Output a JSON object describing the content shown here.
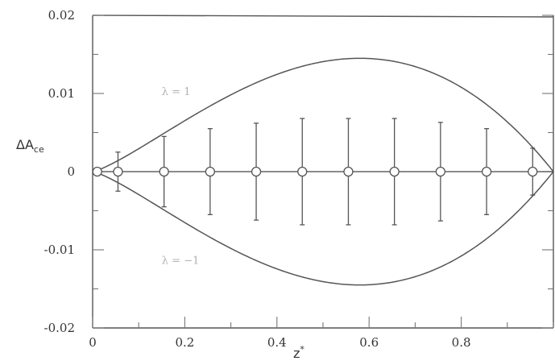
{
  "chart_data": {
    "type": "scatter",
    "xlabel": "z",
    "xlabel_superscript": "*",
    "ylabel": "ΔA",
    "ylabel_subscript": "ce",
    "xlim": [
      0,
      1
    ],
    "ylim": [
      -0.02,
      0.02
    ],
    "x_ticks": [
      {
        "value": 0,
        "label": "0"
      },
      {
        "value": 0.2,
        "label": "0.2"
      },
      {
        "value": 0.4,
        "label": "0.4"
      },
      {
        "value": 0.6,
        "label": "0.6"
      },
      {
        "value": 0.8,
        "label": "0.8"
      }
    ],
    "y_ticks": [
      {
        "value": 0.02,
        "label": "0.02"
      },
      {
        "value": 0.01,
        "label": "0.01"
      },
      {
        "value": 0,
        "label": "0"
      },
      {
        "value": -0.01,
        "label": "-0.01"
      },
      {
        "value": -0.02,
        "label": "-0.02"
      }
    ],
    "x_minor_step": 0.1,
    "y_minor_step": 0.005,
    "grid": false,
    "curves": [
      {
        "label": "λ = 1",
        "sign": 1,
        "peak": 0.0145,
        "peak_x": 0.58
      },
      {
        "label": "λ = −1",
        "sign": -1,
        "peak": 0.0145,
        "peak_x": 0.58
      }
    ],
    "points": [
      {
        "x": 0.01,
        "y": 0,
        "err": 0.0002
      },
      {
        "x": 0.055,
        "y": 0,
        "err": 0.0025
      },
      {
        "x": 0.155,
        "y": 0,
        "err": 0.0045
      },
      {
        "x": 0.255,
        "y": 0,
        "err": 0.0055
      },
      {
        "x": 0.355,
        "y": 0,
        "err": 0.0062
      },
      {
        "x": 0.455,
        "y": 0,
        "err": 0.0068
      },
      {
        "x": 0.555,
        "y": 0,
        "err": 0.0068
      },
      {
        "x": 0.655,
        "y": 0,
        "err": 0.0068
      },
      {
        "x": 0.755,
        "y": 0,
        "err": 0.0063
      },
      {
        "x": 0.855,
        "y": 0,
        "err": 0.0055
      },
      {
        "x": 0.955,
        "y": 0,
        "err": 0.003
      }
    ]
  }
}
